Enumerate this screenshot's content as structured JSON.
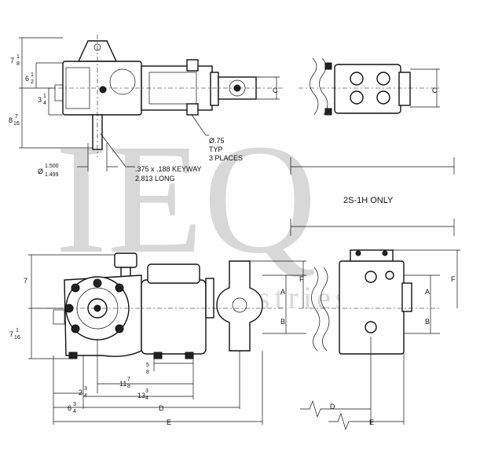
{
  "watermark": {
    "letters": "IEQ",
    "subtext": "ndustries"
  },
  "top_view": {
    "dims": {
      "height_total": {
        "whole": "7",
        "num": "1",
        "den": "8"
      },
      "upper": {
        "whole": "6",
        "num": "1",
        "den": "2"
      },
      "shaft_offset": {
        "whole": "3",
        "num": "1",
        "den": "4"
      },
      "lower": {
        "whole": "8",
        "num": "7",
        "den": "16"
      },
      "c_label": "C"
    },
    "shaft_dia": {
      "symbol": "Ø",
      "max": "1.500",
      "min": "1.499"
    },
    "keyway": {
      "line1": ".375 x .188 KEYWAY",
      "line2": "2.813 LONG"
    },
    "holes": {
      "line1": "Ø.75",
      "line2": "TYP",
      "line3": "3 PLACES"
    }
  },
  "side_view_top": {
    "c_label": "C"
  },
  "variant_note": "2S-1H ONLY",
  "front_view": {
    "dims": {
      "height": "7",
      "lower": {
        "whole": "7",
        "num": "1",
        "den": "16"
      },
      "a_label": "A",
      "b_label": "B",
      "f_label": "F",
      "v1": {
        "num": "5",
        "den": "8"
      },
      "h1": {
        "whole": "11",
        "num": "7",
        "den": "8"
      },
      "h2": {
        "whole": "2",
        "num": "3",
        "den": "4"
      },
      "h3": {
        "whole": "13",
        "num": "3",
        "den": "4"
      },
      "h4": {
        "whole": "6",
        "num": "3",
        "den": "4"
      },
      "d_label": "D",
      "e_label": "E"
    }
  },
  "side_view_bottom": {
    "a_label": "A",
    "b_label": "B",
    "f_label": "F",
    "d_label": "D",
    "e_label": "E"
  }
}
